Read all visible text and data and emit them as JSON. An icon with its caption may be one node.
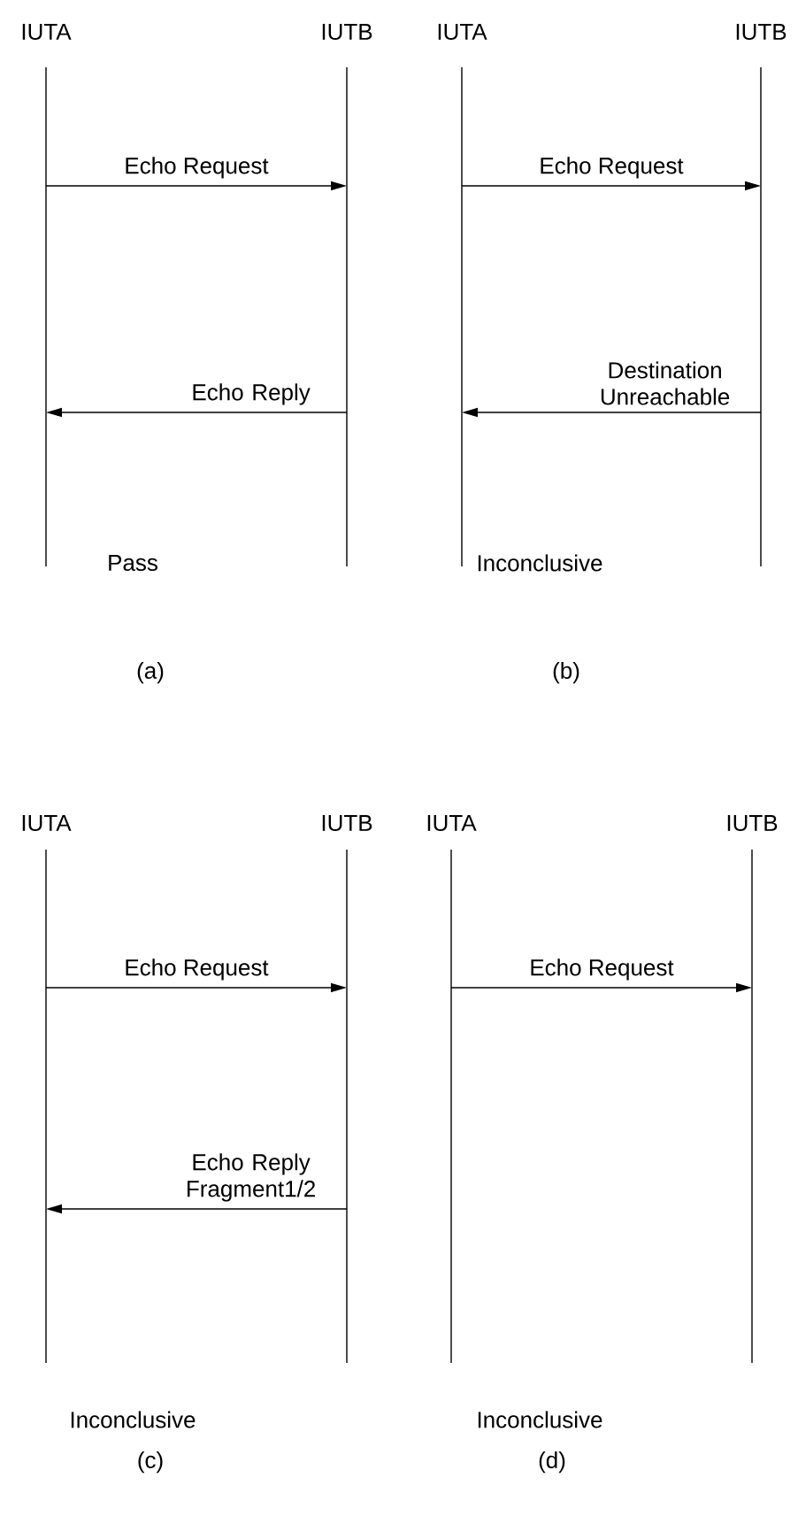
{
  "diagram": {
    "nodes": [
      {
        "text": [
          "IUTA"
        ]
      },
      {
        "text": [
          "IUTB"
        ]
      },
      {
        "text": [
          "IUTA"
        ]
      },
      {
        "text": [
          "IUTB"
        ]
      },
      {
        "text": [
          "IUTA"
        ]
      },
      {
        "text": [
          "IUTB"
        ]
      },
      {
        "text": [
          "IUTA"
        ]
      },
      {
        "text": [
          "IUTB"
        ]
      }
    ],
    "edges": [
      {
        "from": 0,
        "to": 1,
        "arrow": "to",
        "label": "Echo Request"
      },
      {
        "from": 1,
        "to": 0,
        "arrow": "to",
        "label": "Echo Reply"
      },
      {
        "from": 2,
        "to": 3,
        "arrow": "to",
        "label": "Echo Request"
      },
      {
        "from": 3,
        "to": 2,
        "arrow": "to",
        "label": "Destination Unreachable"
      },
      {
        "from": 4,
        "to": 5,
        "arrow": "to",
        "label": "Echo Request"
      },
      {
        "from": 5,
        "to": 4,
        "arrow": "to",
        "label": "Echo Reply Fragment1/2"
      },
      {
        "from": 6,
        "to": 7,
        "arrow": "to",
        "label": "Echo Request"
      }
    ],
    "labels": [
      "Pass",
      "Inconclusive",
      "(a)",
      "(b)",
      "Inconclusive",
      "Inconclusive",
      "(c)",
      "(d)"
    ]
  }
}
